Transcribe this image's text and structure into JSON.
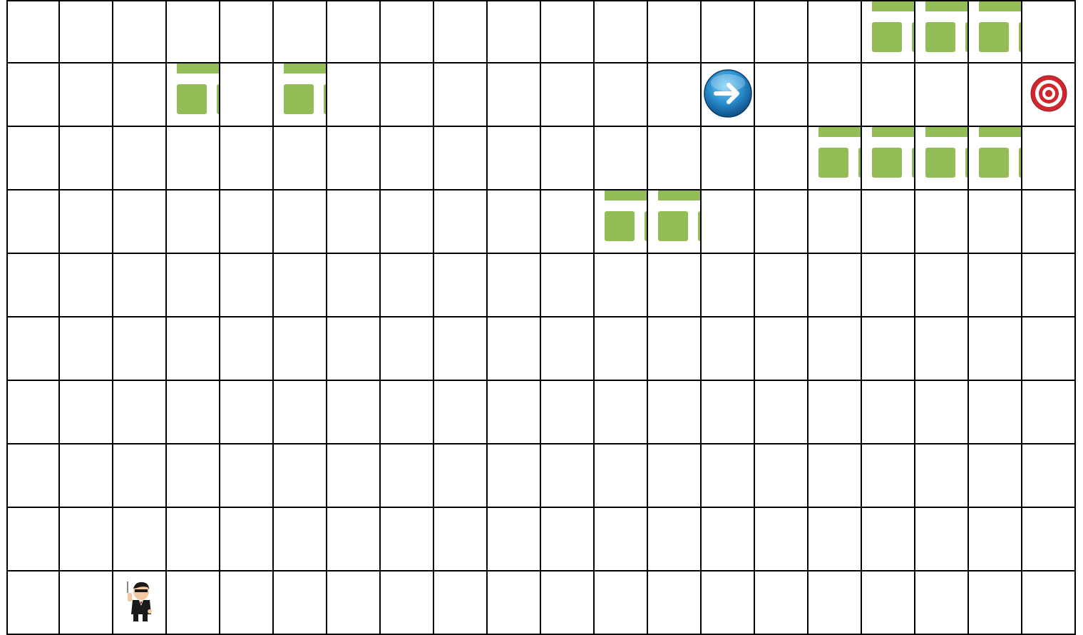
{
  "board": {
    "cols": 20,
    "rows": 10,
    "walls": [
      [
        0,
        16
      ],
      [
        0,
        17
      ],
      [
        0,
        18
      ],
      [
        1,
        3
      ],
      [
        1,
        5
      ],
      [
        2,
        15
      ],
      [
        2,
        16
      ],
      [
        2,
        17
      ],
      [
        2,
        18
      ],
      [
        3,
        11
      ],
      [
        3,
        12
      ]
    ],
    "player": {
      "row": 9,
      "col": 2,
      "icon": "secret-agent-icon"
    },
    "arrow": {
      "row": 1,
      "col": 13,
      "icon": "arrow-right-icon"
    },
    "target": {
      "row": 1,
      "col": 19,
      "icon": "target-icon"
    }
  },
  "colors": {
    "wall": "#93be57",
    "grid": "#000000",
    "arrow": "#2a8fd0",
    "target": "#d0262e"
  }
}
